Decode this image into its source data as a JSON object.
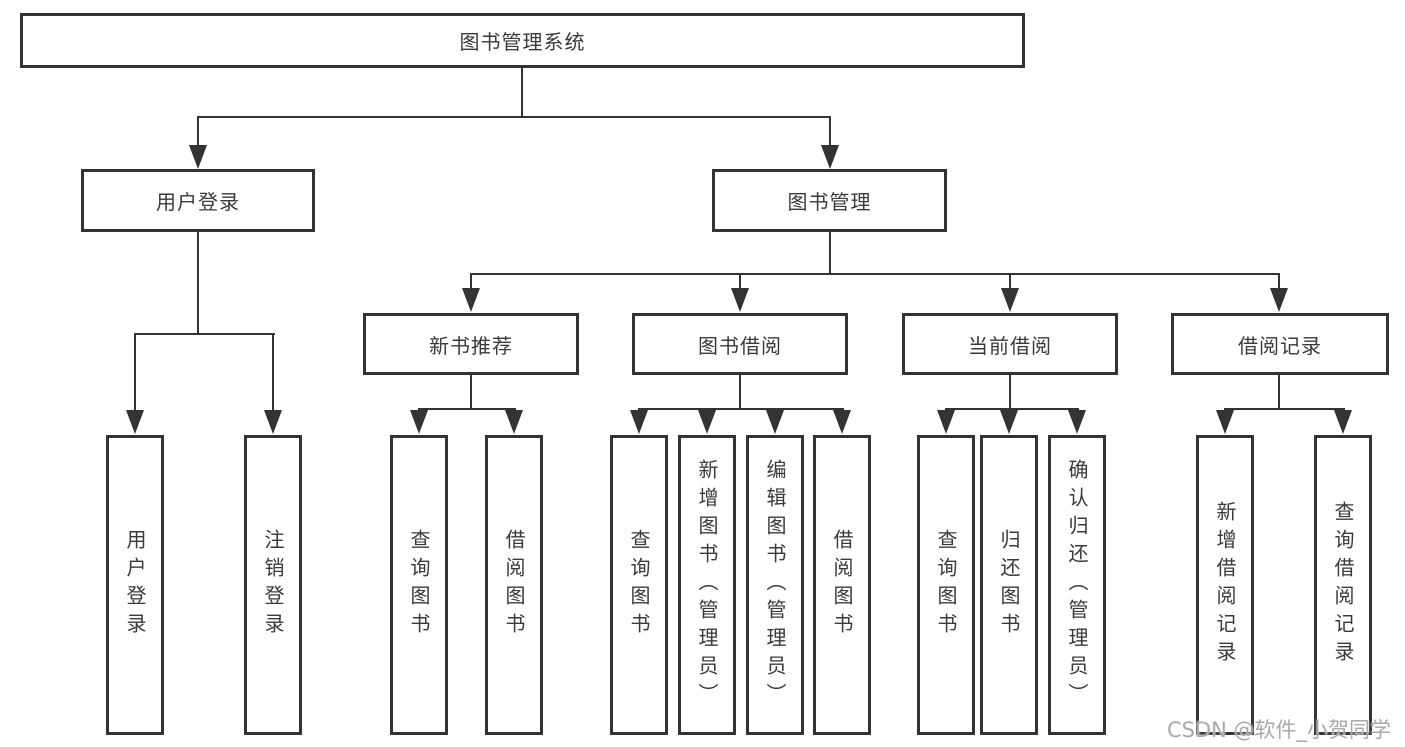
{
  "diagram_title": "图书管理系统",
  "tree": {
    "root": {
      "label": "图书管理系统"
    },
    "level2": [
      {
        "label": "用户登录",
        "leaves": [
          "用户登录",
          "注销登录"
        ]
      },
      {
        "label": "图书管理",
        "modules": [
          {
            "label": "新书推荐",
            "leaves": [
              "查询图书",
              "借阅图书"
            ]
          },
          {
            "label": "图书借阅",
            "leaves": [
              "查询图书",
              "新增图书（管理员）",
              "编辑图书（管理员）",
              "借阅图书"
            ]
          },
          {
            "label": "当前借阅",
            "leaves": [
              "查询图书",
              "归还图书",
              "确认归还（管理员）"
            ]
          },
          {
            "label": "借阅记录",
            "leaves": [
              "新增借阅记录",
              "查询借阅记录"
            ]
          }
        ]
      }
    ]
  },
  "watermark": {
    "text": "CSDN @软件_小贺同学"
  },
  "colors": {
    "line": "#333333",
    "box_border": "#333333",
    "text": "#3a3a3a",
    "watermark": "#a6a9ad",
    "background": "#ffffff"
  }
}
